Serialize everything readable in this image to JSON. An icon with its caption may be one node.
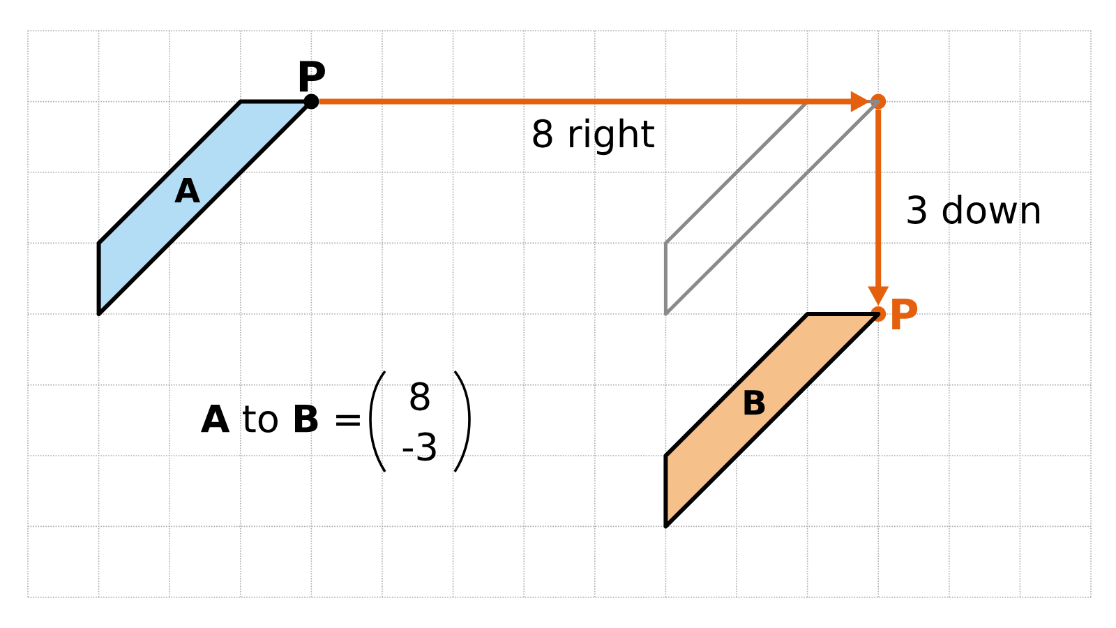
{
  "diagram": {
    "nodes": [
      {
        "text": [
          "A"
        ]
      },
      {
        "text": [],
        "shape": "circle",
        "beside": [
          "P"
        ]
      },
      {
        "text": [],
        "shape": "circle"
      },
      {
        "text": [],
        "shape": "parallelogram"
      },
      {
        "text": [],
        "shape": "circle",
        "beside": [
          "P"
        ]
      },
      {
        "text": [
          "B"
        ]
      }
    ],
    "edges": [
      {
        "from": 1,
        "to": 2,
        "arrow": "to",
        "label": "8 right"
      },
      {
        "from": 2,
        "to": 4,
        "arrow": "to",
        "label": "3 down"
      }
    ],
    "labels": [
      "**A** to **B** =",
      "8",
      "-3"
    ]
  }
}
